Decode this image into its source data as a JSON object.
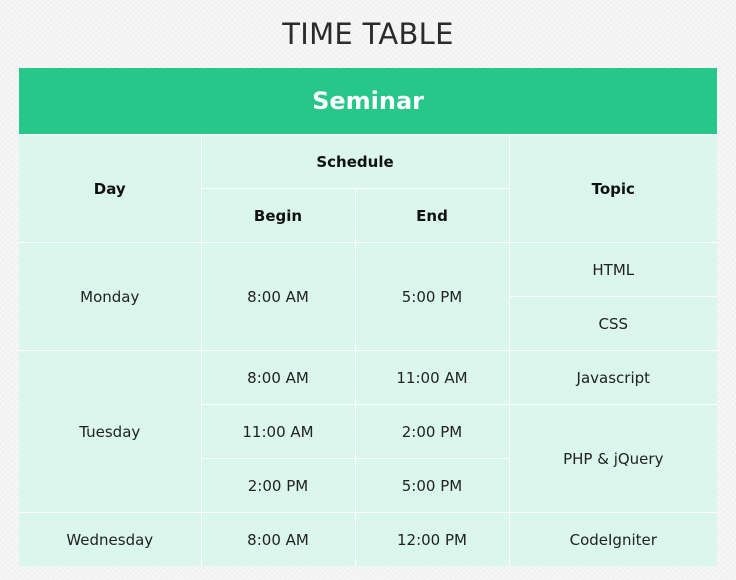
{
  "page": {
    "title": "TIME TABLE"
  },
  "table": {
    "caption": "Seminar",
    "headers": {
      "day": "Day",
      "schedule": "Schedule",
      "begin": "Begin",
      "end": "End",
      "topic": "Topic"
    },
    "monday": {
      "day": "Monday",
      "begin": "8:00 AM",
      "end": "5:00 PM",
      "topics": [
        "HTML",
        "CSS"
      ]
    },
    "tuesday": {
      "day": "Tuesday",
      "sessions": [
        {
          "begin": "8:00 AM",
          "end": "11:00 AM"
        },
        {
          "begin": "11:00 AM",
          "end": "2:00 PM"
        },
        {
          "begin": "2:00 PM",
          "end": "5:00 PM"
        }
      ],
      "topics": [
        "Javascript",
        "PHP & jQuery"
      ]
    },
    "wednesday": {
      "day": "Wednesday",
      "begin": "8:00 AM",
      "end": "12:00 PM",
      "topic": "CodeIgniter"
    }
  },
  "colors": {
    "header_green": "#27c689",
    "cell_mint": "#dbf6ec",
    "grid_lines": "#ffffff"
  }
}
